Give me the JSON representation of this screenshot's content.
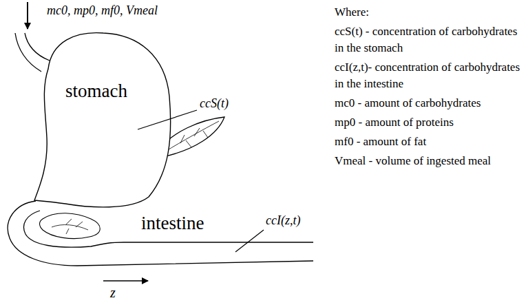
{
  "diagram": {
    "nodes": [
      {
        "text": [
          "stomach"
        ]
      }
    ],
    "labels": [
      "mc0, mp0, mf0, Vmeal",
      "ccS(t)",
      "intestine",
      "ccI(z,t)",
      "z",
      "Where:",
      "ccS(t) - concentration of carbohydrates in the stomach",
      "ccI(z,t)- concentration of carbohydrates in the intestine",
      "mc0 - amount of carbohydrates",
      "mp0 - amount of proteins",
      "mf0 - amount of fat",
      "Vmeal - volume of ingested meal"
    ]
  }
}
